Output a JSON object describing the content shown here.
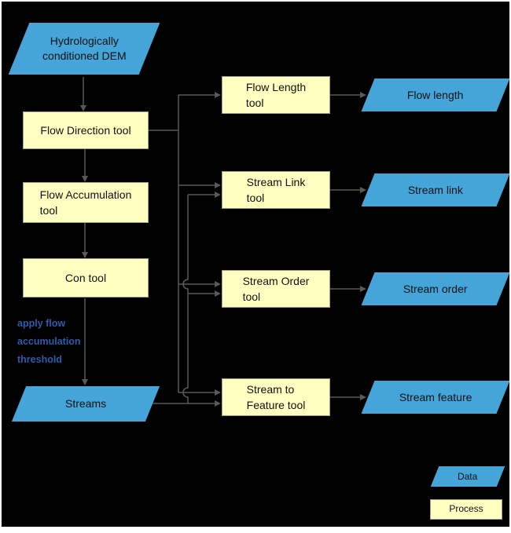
{
  "diagram": {
    "type": "flowchart",
    "colors": {
      "background": "#000000",
      "data_fill": "#45A4D8",
      "process_fill": "#FFFFC2",
      "line": "#595959",
      "note_text": "#2B5CAD",
      "shape_text": "#111111"
    },
    "nodes": {
      "dem": {
        "label": "Hydrologically\nconditioned DEM",
        "type": "data"
      },
      "flow_direction": {
        "label": "Flow Direction tool",
        "type": "process"
      },
      "flow_accumulation": {
        "label": "Flow Accumulation\ntool",
        "type": "process"
      },
      "con": {
        "label": "Con tool",
        "type": "process"
      },
      "streams": {
        "label": "Streams",
        "type": "data"
      },
      "flow_length_tool": {
        "label": "Flow Length\ntool",
        "type": "process"
      },
      "stream_link_tool": {
        "label": "Stream Link\ntool",
        "type": "process"
      },
      "stream_order_tool": {
        "label": "Stream Order\ntool",
        "type": "process"
      },
      "stream_to_feature_tool": {
        "label": "Stream to\nFeature tool",
        "type": "process"
      },
      "flow_length_out": {
        "label": "Flow length",
        "type": "data"
      },
      "stream_link_out": {
        "label": "Stream link",
        "type": "data"
      },
      "stream_order_out": {
        "label": "Stream order",
        "type": "data"
      },
      "stream_feature_out": {
        "label": "Stream feature",
        "type": "data"
      }
    },
    "annotation": "apply flow\naccumulation\nthreshold",
    "edges": [
      {
        "from": "dem",
        "to": "flow_direction"
      },
      {
        "from": "flow_direction",
        "to": "flow_accumulation"
      },
      {
        "from": "flow_accumulation",
        "to": "con"
      },
      {
        "from": "con",
        "to": "streams"
      },
      {
        "from": "flow_direction",
        "to": "flow_length_tool"
      },
      {
        "from": "flow_direction",
        "to": "stream_link_tool"
      },
      {
        "from": "flow_direction",
        "to": "stream_order_tool"
      },
      {
        "from": "flow_direction",
        "to": "stream_to_feature_tool"
      },
      {
        "from": "streams",
        "to": "stream_link_tool"
      },
      {
        "from": "streams",
        "to": "stream_order_tool"
      },
      {
        "from": "streams",
        "to": "stream_to_feature_tool"
      },
      {
        "from": "flow_length_tool",
        "to": "flow_length_out"
      },
      {
        "from": "stream_link_tool",
        "to": "stream_link_out"
      },
      {
        "from": "stream_order_tool",
        "to": "stream_order_out"
      },
      {
        "from": "stream_to_feature_tool",
        "to": "stream_feature_out"
      }
    ],
    "legend": {
      "data_label": "Data",
      "process_label": "Process"
    }
  }
}
